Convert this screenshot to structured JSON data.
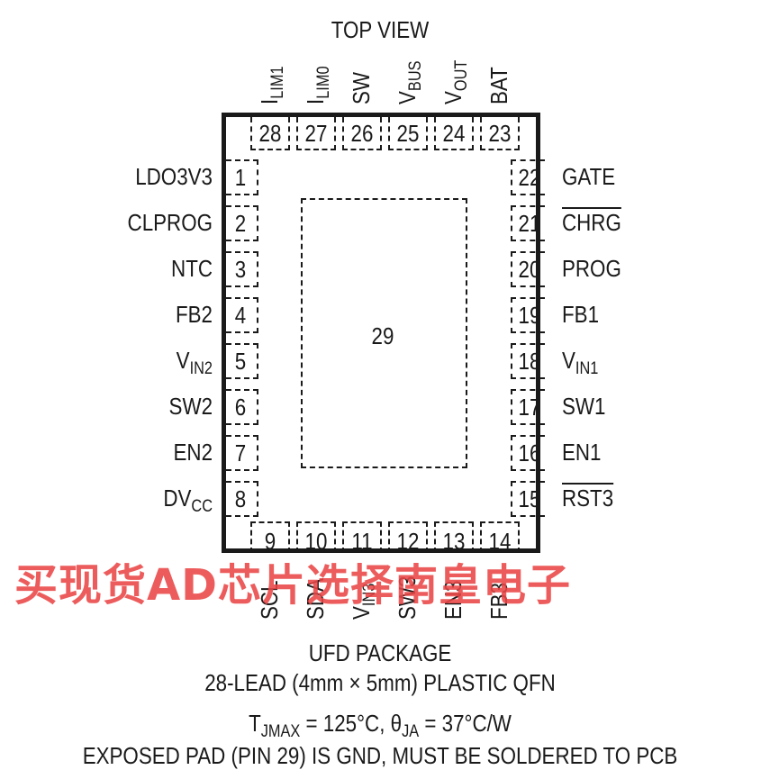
{
  "title": "TOP VIEW",
  "top_pins": [
    {
      "num": "28",
      "label": "I",
      "sub": "LIM1"
    },
    {
      "num": "27",
      "label": "I",
      "sub": "LIM0"
    },
    {
      "num": "26",
      "label": "SW",
      "sub": ""
    },
    {
      "num": "25",
      "label": "V",
      "sub": "BUS"
    },
    {
      "num": "24",
      "label": "V",
      "sub": "OUT"
    },
    {
      "num": "23",
      "label": "BAT",
      "sub": ""
    }
  ],
  "left_pins": [
    {
      "num": "1",
      "label": "LDO3V3",
      "sub": ""
    },
    {
      "num": "2",
      "label": "CLPROG",
      "sub": ""
    },
    {
      "num": "3",
      "label": "NTC",
      "sub": ""
    },
    {
      "num": "4",
      "label": "FB2",
      "sub": ""
    },
    {
      "num": "5",
      "label": "V",
      "sub": "IN2"
    },
    {
      "num": "6",
      "label": "SW2",
      "sub": ""
    },
    {
      "num": "7",
      "label": "EN2",
      "sub": ""
    },
    {
      "num": "8",
      "label": "DV",
      "sub": "CC"
    }
  ],
  "right_pins": [
    {
      "num": "22",
      "label": "GATE",
      "sub": "",
      "overline": false
    },
    {
      "num": "21",
      "label": "CHRG",
      "sub": "",
      "overline": true
    },
    {
      "num": "20",
      "label": "PROG",
      "sub": "",
      "overline": false
    },
    {
      "num": "19",
      "label": "FB1",
      "sub": "",
      "overline": false
    },
    {
      "num": "18",
      "label": "V",
      "sub": "IN1",
      "overline": false
    },
    {
      "num": "17",
      "label": "SW1",
      "sub": "",
      "overline": false
    },
    {
      "num": "16",
      "label": "EN1",
      "sub": "",
      "overline": false
    },
    {
      "num": "15",
      "label": "RST3",
      "sub": "",
      "overline": true
    }
  ],
  "bottom_pins": [
    {
      "num": "9",
      "label": "SCL",
      "sub": ""
    },
    {
      "num": "10",
      "label": "SDA",
      "sub": ""
    },
    {
      "num": "11",
      "label": "V",
      "sub": "IN3"
    },
    {
      "num": "12",
      "label": "SW3",
      "sub": ""
    },
    {
      "num": "13",
      "label": "EN3",
      "sub": ""
    },
    {
      "num": "14",
      "label": "FB3",
      "sub": ""
    }
  ],
  "exposed_pad_num": "29",
  "watermark": "买现货AD芯片选择南皇电子",
  "footer": {
    "line1": "UFD PACKAGE",
    "line2": "28-LEAD (4mm × 5mm) PLASTIC QFN",
    "line3": {
      "t": "T",
      "t_sub": "JMAX",
      "mid": " = 125°C, θ",
      "theta_sub": "JA",
      "end": " = 37°C/W"
    },
    "line4": "EXPOSED PAD (PIN 29) IS GND, MUST BE SOLDERED TO PCB"
  }
}
